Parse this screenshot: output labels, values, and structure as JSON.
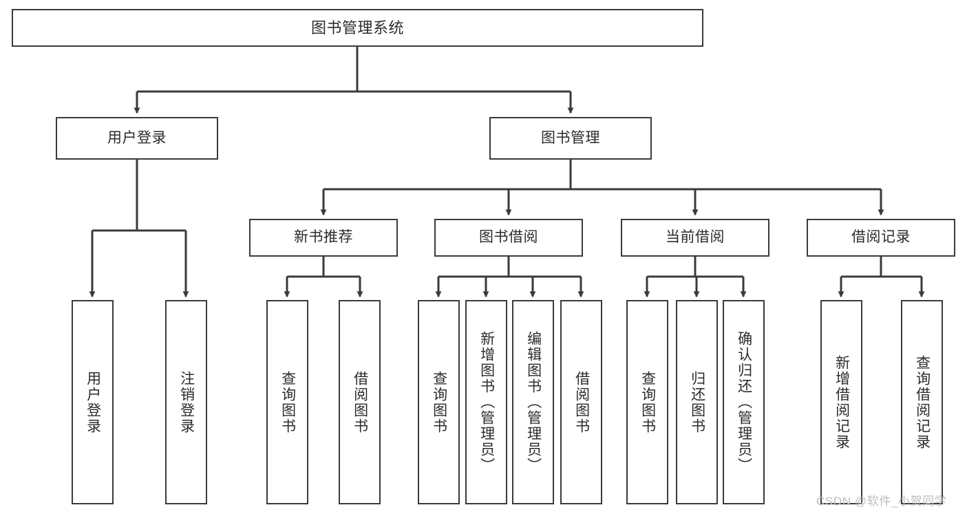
{
  "diagram": {
    "title": "图书管理系统",
    "type": "tree-hierarchy-diagram",
    "colors": {
      "box_border": "#3a3a3a",
      "box_fill": "#ffffff",
      "edge": "#3a3a3a",
      "text": "#2b2b2b",
      "watermark": "#bdbdbd",
      "background": "#ffffff"
    },
    "watermark": "CSDN @软件_小贺同学",
    "nodes": {
      "root": {
        "label": "图书管理系统"
      },
      "level2": [
        {
          "label": "用户登录"
        },
        {
          "label": "图书管理"
        }
      ],
      "level3": [
        {
          "label": "新书推荐"
        },
        {
          "label": "图书借阅"
        },
        {
          "label": "当前借阅"
        },
        {
          "label": "借阅记录"
        }
      ],
      "leaves": {
        "user_login": [
          {
            "label": "用户登录"
          },
          {
            "label": "注销登录"
          }
        ],
        "new_book_recommend": [
          {
            "label": "查询图书"
          },
          {
            "label": "借阅图书"
          }
        ],
        "book_borrow": [
          {
            "label": "查询图书"
          },
          {
            "label": "新增图书（管理员）"
          },
          {
            "label": "编辑图书（管理员）"
          },
          {
            "label": "借阅图书"
          }
        ],
        "current_borrow": [
          {
            "label": "查询图书"
          },
          {
            "label": "归还图书"
          },
          {
            "label": "确认归还（管理员）"
          }
        ],
        "borrow_record": [
          {
            "label": "新增借阅记录"
          },
          {
            "label": "查询借阅记录"
          }
        ]
      }
    }
  }
}
